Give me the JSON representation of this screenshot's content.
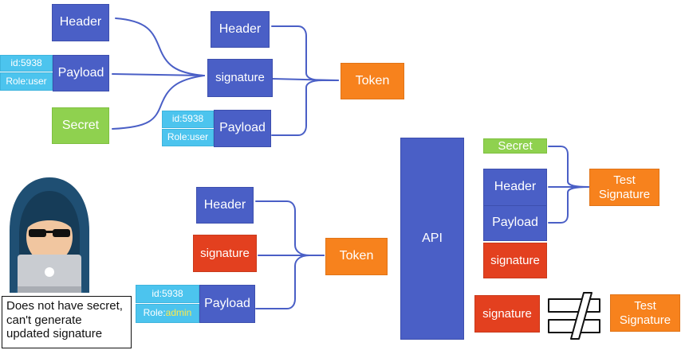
{
  "colors": {
    "header_blue": "#4a5fc6",
    "token_orange": "#f7821d",
    "signature_red": "#e3401f",
    "secret_green": "#8fd14f",
    "claim_cyan": "#4cc4ee",
    "line_blue": "#4a5fc6"
  },
  "signing": {
    "header": "Header",
    "payload": "Payload",
    "payload_id": "id:5938",
    "payload_role": "Role:user",
    "secret": "Secret"
  },
  "token": {
    "header": "Header",
    "signature": "signature",
    "payload": "Payload",
    "payload_id": "id:5938",
    "payload_role": "Role:user",
    "label": "Token"
  },
  "attack": {
    "header": "Header",
    "signature": "signature",
    "payload": "Payload",
    "payload_id": "id:5938",
    "payload_role_prefix": "Role:",
    "payload_role_value": "admin",
    "token_label": "Token",
    "hacker_icon": "hooded-hacker-icon",
    "note_lines": [
      "Does not have secret,",
      "can't generate",
      "updated signature"
    ]
  },
  "api": {
    "label": "API",
    "secret": "Secret",
    "header": "Header",
    "payload": "Payload",
    "signature": "signature",
    "test_signature_line1": "Test",
    "test_signature_line2": "Signature",
    "compare_signature": "signature",
    "compare_test_line1": "Test",
    "compare_test_line2": "Signature",
    "not_equal_icon": "not-equal-icon"
  }
}
